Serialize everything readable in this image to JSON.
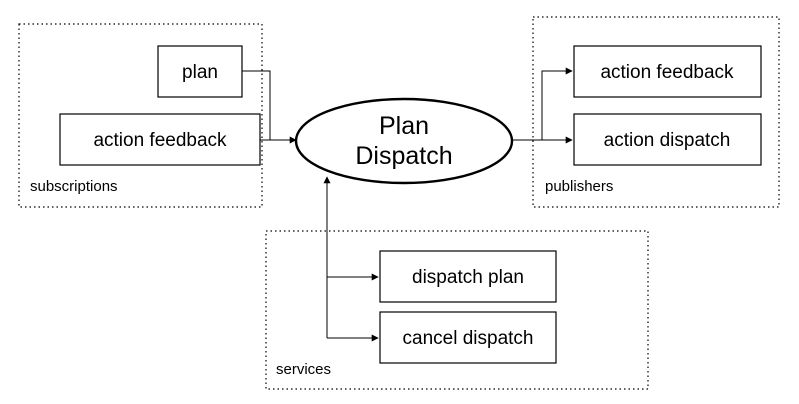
{
  "center": {
    "line1": "Plan",
    "line2": "Dispatch"
  },
  "groups": {
    "subscriptions": "subscriptions",
    "publishers": "publishers",
    "services": "services"
  },
  "nodes": {
    "sub_plan": "plan",
    "sub_action_feedback": "action feedback",
    "pub_action_feedback": "action feedback",
    "pub_action_dispatch": "action dispatch",
    "srv_dispatch_plan": "dispatch plan",
    "srv_cancel_dispatch": "cancel dispatch"
  }
}
